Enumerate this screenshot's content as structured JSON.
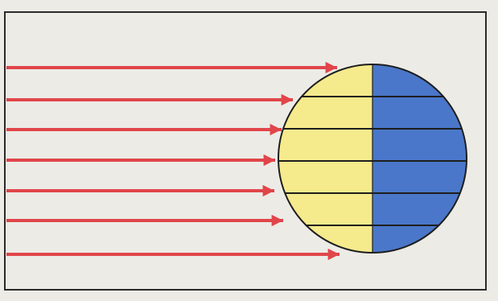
{
  "diagram": {
    "colors": {
      "background": "#ecebe6",
      "frame": "#2a2a2a",
      "ray": "#e0454a",
      "day_side": "#f5ea8c",
      "night_side": "#4a77c9",
      "outline": "#1e1e1e",
      "latitude_line": "#1e1e1e"
    },
    "sun_rays": {
      "count": 7,
      "direction": "left-to-right"
    },
    "globe": {
      "illuminated_side": "left",
      "dark_side": "right",
      "latitude_lines": 5,
      "terminator": "vertical"
    }
  }
}
